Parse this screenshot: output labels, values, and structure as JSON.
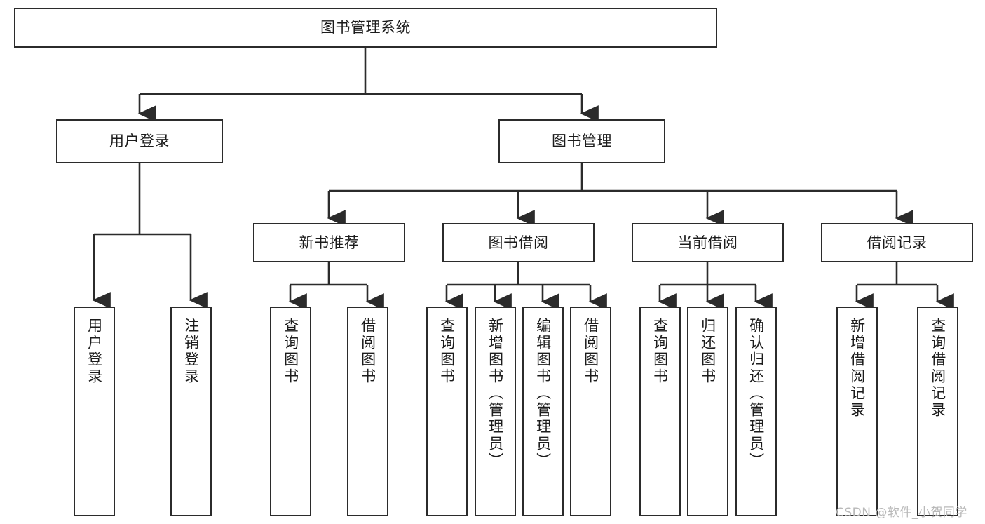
{
  "diagram": {
    "type": "tree-hierarchy",
    "title": "图书管理系统",
    "orientation": "top-down",
    "colors": {
      "node_border": "#2b2b2b",
      "node_fill": "#ffffff",
      "edge": "#2b2b2b",
      "text": "#1c1c1c",
      "background": "#ffffff",
      "watermark": "#b9b9b9"
    }
  },
  "root": {
    "label": "图书管理系统"
  },
  "level2": [
    {
      "label": "用户登录"
    },
    {
      "label": "图书管理"
    }
  ],
  "level3": [
    {
      "label": "新书推荐"
    },
    {
      "label": "图书借阅"
    },
    {
      "label": "当前借阅"
    },
    {
      "label": "借阅记录"
    }
  ],
  "leaves": {
    "user_login": [
      {
        "label": "用户登录"
      },
      {
        "label": "注销登录"
      }
    ],
    "new_book_recommend": [
      {
        "label": "查询图书"
      },
      {
        "label": "借阅图书"
      }
    ],
    "book_borrow": [
      {
        "label": "查询图书"
      },
      {
        "label": "新增图书（管理员）"
      },
      {
        "label": "编辑图书（管理员）"
      },
      {
        "label": "借阅图书"
      }
    ],
    "current_borrow": [
      {
        "label": "查询图书"
      },
      {
        "label": "归还图书"
      },
      {
        "label": "确认归还（管理员）"
      }
    ],
    "borrow_record": [
      {
        "label": "新增借阅记录"
      },
      {
        "label": "查询借阅记录"
      }
    ]
  },
  "watermark": {
    "text": "CSDN @软件_小贺同学"
  }
}
